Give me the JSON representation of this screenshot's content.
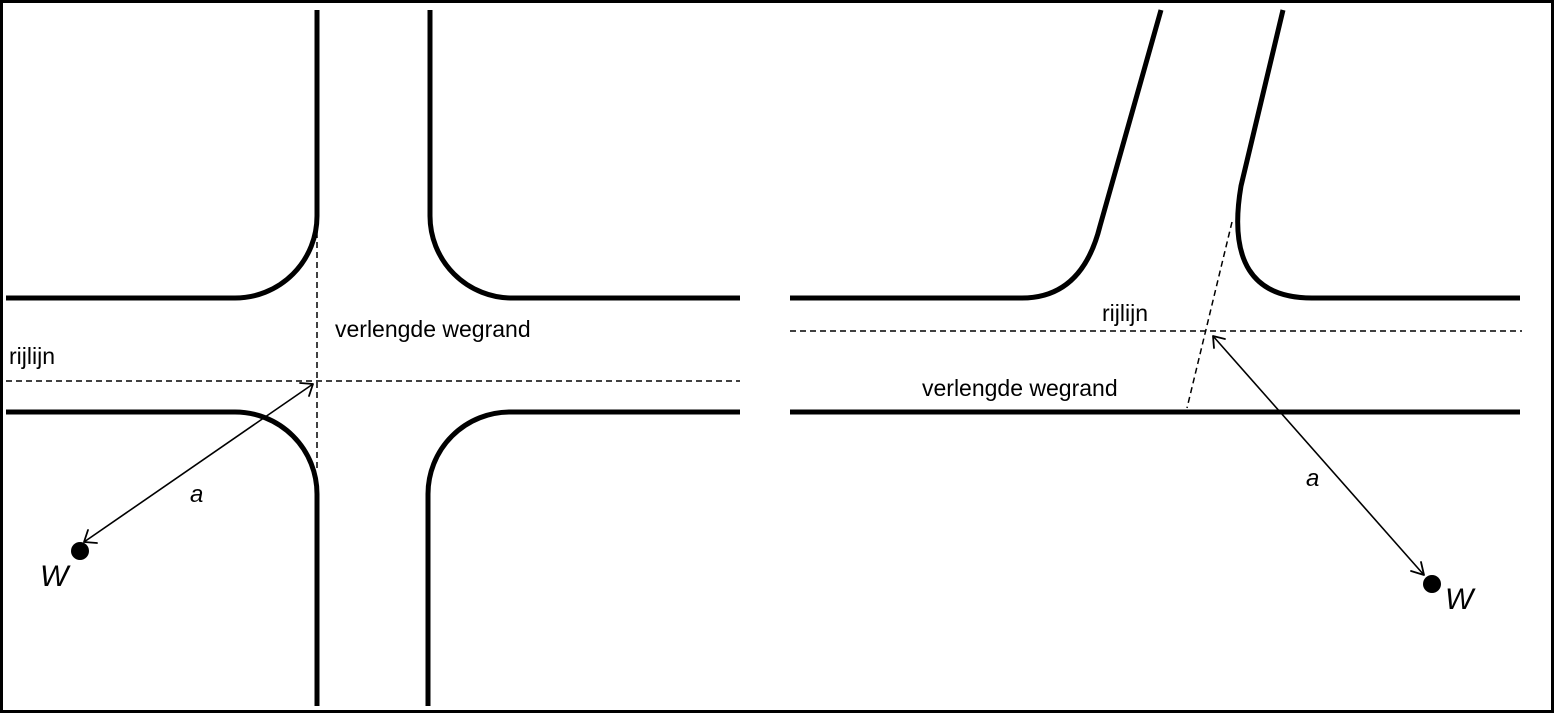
{
  "left_figure": {
    "label_rijlijn": "rijlijn",
    "label_verlengde_wegrand": "verlengde wegrand",
    "label_distance": "a",
    "label_point": "W"
  },
  "right_figure": {
    "label_rijlijn": "rijlijn",
    "label_verlengde_wegrand": "verlengde wegrand",
    "label_distance": "a",
    "label_point": "W"
  }
}
